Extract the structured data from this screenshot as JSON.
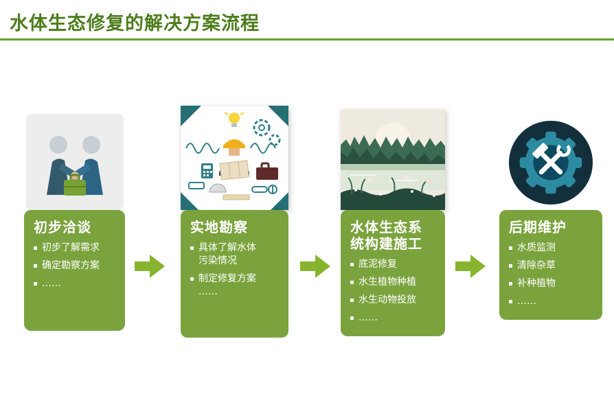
{
  "page": {
    "title": "水体生态修复的解决方案流程"
  },
  "colors": {
    "title_green": "#4c7d1d",
    "underline_green": "#6ba02b",
    "card_green": "#7aa33d",
    "arrow_green": "#87b42e",
    "accent_teal": "#2f8088",
    "icon_navy": "#132f3c"
  },
  "steps": [
    {
      "title": "初步洽谈",
      "icon": "handshake-illustration",
      "bullets": [
        "初步了解需求",
        "确定勘察方案",
        "……"
      ]
    },
    {
      "title": "实地勘察",
      "icon": "survey-illustration",
      "bullets": [
        "具体了解水体\n污染情况",
        "制定修复方案\n……"
      ]
    },
    {
      "title": "水体生态系\n统构建施工",
      "icon": "lake-ecosystem-illustration",
      "bullets": [
        "底泥修复",
        "水生植物种植",
        "水生动物投放",
        "……"
      ]
    },
    {
      "title": "后期维护",
      "icon": "gear-tools-icon",
      "bullets": [
        "水质监测",
        "清除杂草",
        "补种植物",
        "……"
      ]
    }
  ]
}
